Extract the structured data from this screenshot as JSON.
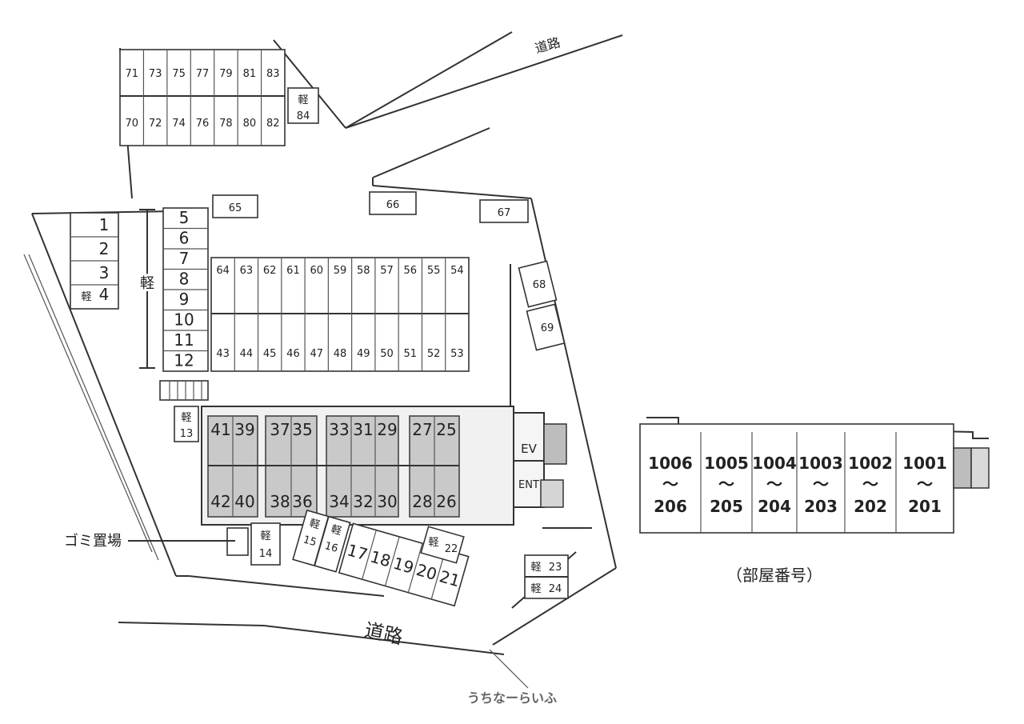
{
  "labels": {
    "road_top": "道路",
    "road_bottom": "道路",
    "kei": "軽",
    "trash": "ゴミ置場",
    "ev": "EV",
    "ent": "ENT",
    "room_numbers_caption": "（部屋番号）",
    "watermark": "うちなーらいふ"
  },
  "parking": {
    "top_row_upper": [
      "71",
      "73",
      "75",
      "77",
      "79",
      "81",
      "83"
    ],
    "top_row_lower": [
      "70",
      "72",
      "74",
      "76",
      "78",
      "80",
      "82"
    ],
    "stall_84": "84",
    "left_stack": [
      "1",
      "2",
      "3"
    ],
    "stall_4": "4",
    "kei_column": [
      "5",
      "6",
      "7",
      "8",
      "9",
      "10",
      "11",
      "12"
    ],
    "stall_13": "13",
    "top_singles": [
      "65",
      "66",
      "67"
    ],
    "mid_upper": [
      "64",
      "63",
      "62",
      "61",
      "60",
      "59",
      "58",
      "57",
      "56",
      "55",
      "54"
    ],
    "mid_lower": [
      "43",
      "44",
      "45",
      "46",
      "47",
      "48",
      "49",
      "50",
      "51",
      "52",
      "53"
    ],
    "right_singles": [
      "68",
      "69"
    ],
    "bldg_upper": [
      "41",
      "39",
      "37",
      "35",
      "33",
      "31",
      "29",
      "27",
      "25"
    ],
    "bldg_lower": [
      "42",
      "40",
      "38",
      "36",
      "34",
      "32",
      "30",
      "28",
      "26"
    ],
    "stall_14": "14",
    "kei_small": [
      "15",
      "16"
    ],
    "diag_row": [
      "17",
      "18",
      "19",
      "20",
      "21"
    ],
    "stall_22": "22",
    "stall_23": "23",
    "stall_24": "24"
  },
  "rooms": [
    {
      "top": "1006",
      "sep": "～",
      "bottom": "206"
    },
    {
      "top": "1005",
      "sep": "～",
      "bottom": "205"
    },
    {
      "top": "1004",
      "sep": "～",
      "bottom": "204"
    },
    {
      "top": "1003",
      "sep": "～",
      "bottom": "203"
    },
    {
      "top": "1002",
      "sep": "～",
      "bottom": "202"
    },
    {
      "top": "1001",
      "sep": "～",
      "bottom": "201"
    }
  ]
}
